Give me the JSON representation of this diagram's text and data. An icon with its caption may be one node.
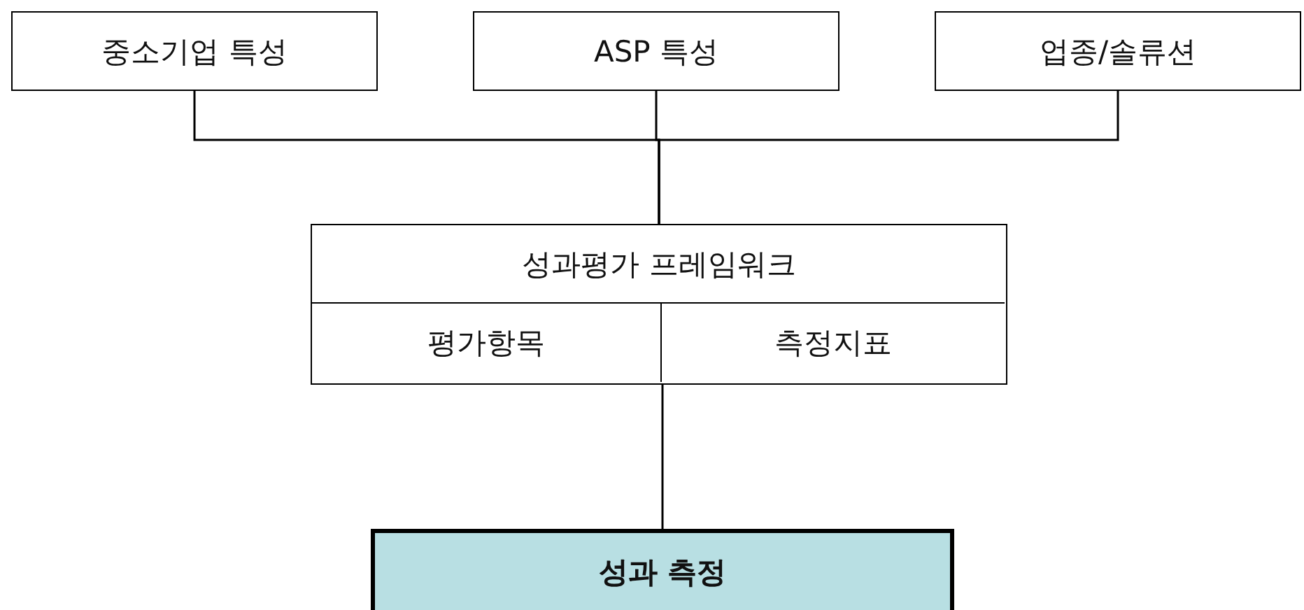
{
  "diagram": {
    "nodes": [
      {
        "text": [
          "중소기업 특성"
        ]
      },
      {
        "text": [
          "ASP 특성"
        ]
      },
      {
        "text": [
          "업종/솔류션"
        ]
      },
      {
        "text": [
          "성과평가 프레임워크"
        ]
      },
      {
        "text": [
          "평가항목"
        ],
        "in": 3
      },
      {
        "text": [
          "측정지표"
        ],
        "in": 3
      },
      {
        "text": [
          "성과 측정"
        ]
      }
    ],
    "edges": [
      {
        "from": 0,
        "to": 3,
        "arrow": "none"
      },
      {
        "from": 1,
        "to": 3,
        "arrow": "none"
      },
      {
        "from": 2,
        "to": 3,
        "arrow": "none"
      },
      {
        "from": 3,
        "to": 6,
        "arrow": "none"
      }
    ]
  }
}
